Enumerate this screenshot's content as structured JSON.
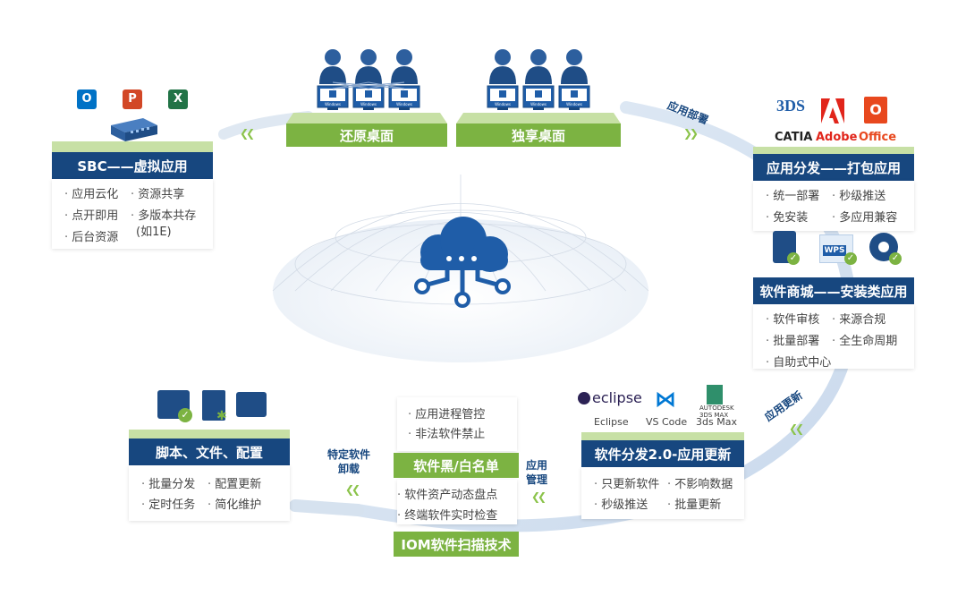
{
  "desktops": {
    "restore_label": "还原桌面",
    "exclusive_label": "独享桌面",
    "screen_text": "Windows"
  },
  "sbc": {
    "title": "SBC——虚拟应用",
    "bullets": [
      "应用云化",
      "资源共享",
      "点开即用",
      "多版本共存",
      "后台资源"
    ],
    "note": "(如1E)",
    "icons": [
      "outlook-icon",
      "powerpoint-icon",
      "excel-icon",
      "server-icon"
    ]
  },
  "packaging": {
    "title": "应用分发——打包应用",
    "bullets": [
      "统一部署",
      "秒级推送",
      "免安装",
      "多应用兼容"
    ],
    "logos": [
      "CATIA",
      "Adobe",
      "Office"
    ]
  },
  "store": {
    "title": "软件商城——安装类应用",
    "bullets": [
      "软件审核",
      "来源合规",
      "批量部署",
      "全生命周期",
      "自助式中心"
    ],
    "icons": [
      "zip-icon",
      "wps-icon",
      "disc-icon"
    ],
    "wps_text": "WPS"
  },
  "update": {
    "title": "软件分发2.0-应用更新",
    "bullets": [
      "只更新软件",
      "不影响数据",
      "秒级推送",
      "批量更新"
    ],
    "logos": [
      "eclipse",
      "Eclipse",
      "VS Code",
      "3ds Max"
    ],
    "autodesk_line1": "AUTODESK",
    "autodesk_line2": "3DS MAX"
  },
  "blacklist": {
    "title": "软件黑/白名单",
    "bullets_top": [
      "应用进程管控",
      "非法软件禁止"
    ],
    "bullets_bottom": [
      "软件资产动态盘点",
      "终端软件实时检查"
    ],
    "scan_title": "IOM软件扫描技术"
  },
  "scripts": {
    "title": "脚本、文件、配置",
    "bullets": [
      "批量分发",
      "配置更新",
      "定时任务",
      "简化维护"
    ]
  },
  "flows": {
    "deploy": "应用部署",
    "update": "应用更新",
    "manage": [
      "应用",
      "管理"
    ],
    "uninstall": [
      "特定软件",
      "卸载"
    ]
  },
  "colors": {
    "navy": "#17477f",
    "green": "#7cb342",
    "light_green": "#c7e0a5",
    "accent_blue": "#1f5da8"
  }
}
